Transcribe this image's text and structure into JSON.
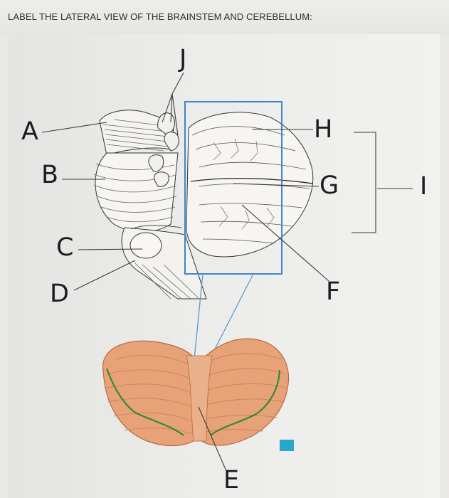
{
  "title": "LABEL THE LATERAL VIEW OF THE BRAINSTEM AND CEREBELLUM:",
  "labels": {
    "A": "A",
    "B": "B",
    "C": "C",
    "D": "D",
    "E": "E",
    "F": "F",
    "G": "G",
    "H": "H",
    "I": "I",
    "J": "J"
  },
  "colors": {
    "highlight_box": "#3f86c4",
    "cerebellum_fill": "#e8a277",
    "cerebellum_edge": "#b86a40",
    "folia_line": "#c98360",
    "vermis_border": "#2f8a3a",
    "leader_line": "#3a3a3a",
    "badge": "#2aa8c9"
  },
  "icons": {
    "brainstem_illustration": "brainstem-cerebellum-lateral-drawing",
    "cerebellum_illustration": "cerebellum-posterior-view",
    "badge": "publisher-logo-badge"
  }
}
